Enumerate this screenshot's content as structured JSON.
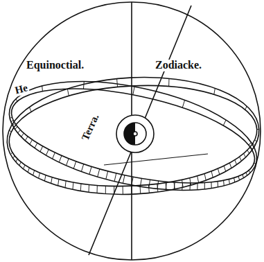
{
  "diagram": {
    "labels": [
      "Equinoctial.",
      "Zodiacke.",
      "He",
      "Terra."
    ]
  }
}
